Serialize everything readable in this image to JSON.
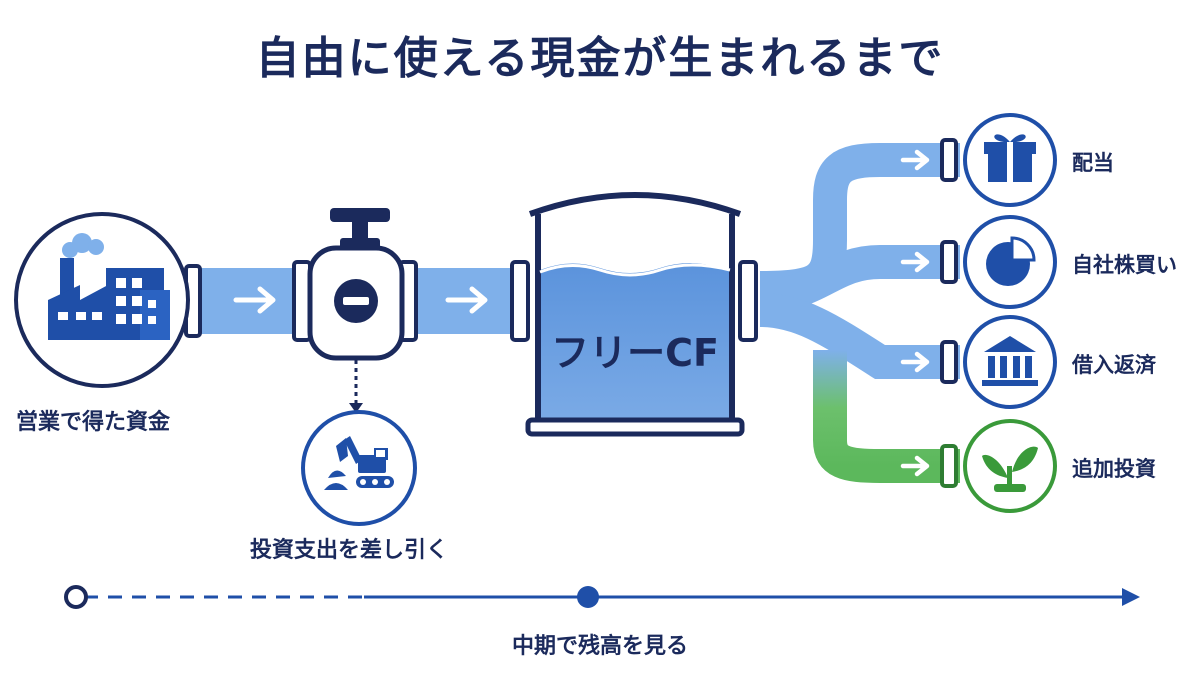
{
  "title": "自由に使える現金が生まれるまで",
  "nodes": {
    "source": {
      "label": "営業で得た資金",
      "icon": "factory-icon"
    },
    "valve": {
      "icon": "valve-icon"
    },
    "capex": {
      "label": "投資支出を差し引く",
      "icon": "excavator-icon"
    },
    "tank": {
      "label": "フリーCF",
      "icon": "tank-icon"
    }
  },
  "outputs": [
    {
      "label": "配当",
      "icon": "gift-icon",
      "color": "#1f4fa8"
    },
    {
      "label": "自社株買い",
      "icon": "pie-chart-icon",
      "color": "#1f4fa8"
    },
    {
      "label": "借入返済",
      "icon": "bank-icon",
      "color": "#1f4fa8"
    },
    {
      "label": "追加投資",
      "icon": "sprout-icon",
      "color": "#3a9a3a"
    }
  ],
  "timeline": {
    "label": "中期で残高を見る"
  },
  "colors": {
    "navy": "#1b2a5c",
    "blue": "#1f4fa8",
    "pipe": "#7fb0ea",
    "green": "#5cb85c",
    "water": "#5b93dc"
  }
}
